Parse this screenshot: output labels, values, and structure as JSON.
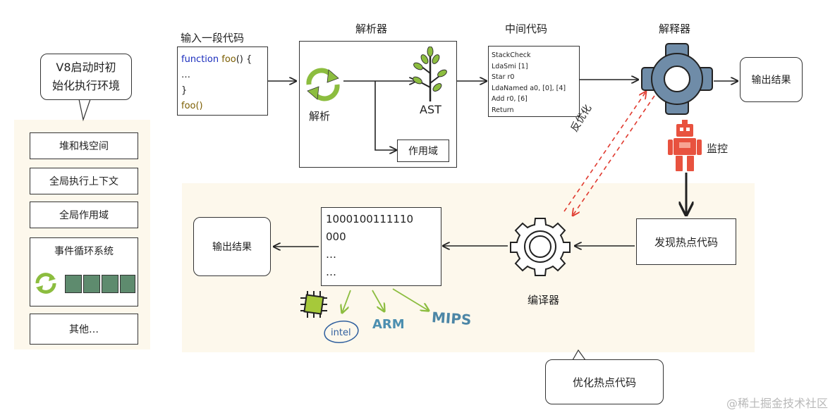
{
  "left_panel": {
    "bubble_line1": "V8启动时初",
    "bubble_line2": "始化执行环境",
    "items": [
      "堆和栈空间",
      "全局执行上下文",
      "全局作用域",
      "事件循环系统",
      "其他…"
    ]
  },
  "input_code": {
    "title": "输入一段代码",
    "line1_keyword": "function",
    "line1_name": "foo",
    "line1_rest": "() {",
    "line2": "…",
    "line3": "}",
    "line4": "foo()"
  },
  "parser": {
    "title": "解析器",
    "parse_label": "解析",
    "ast_label": "AST",
    "scope_label": "作用域"
  },
  "bytecode": {
    "title": "中间代码",
    "lines": [
      "StackCheck",
      "LdaSmi [1]",
      "Star r0",
      "LdaNamed a0, [0], [4]",
      "Add r0, [6]",
      "Return"
    ]
  },
  "interpreter": {
    "title": "解释器",
    "output_label": "输出结果",
    "monitor_label": "监控"
  },
  "deopt_label": "反优化",
  "hot_code_label": "发现热点代码",
  "compiler": {
    "label": "编译器",
    "binary_lines": [
      "1000100111110",
      "000",
      "…",
      "…"
    ],
    "output_label": "输出结果",
    "arch_labels": [
      "intel",
      "ARM",
      "MIPS"
    ]
  },
  "optimize_label": "优化热点代码",
  "watermark": "@稀土掘金技术社区",
  "colors": {
    "panel_bg": "#fdf8ec",
    "gear_blue": "#6f8ca8",
    "robot_red": "#e8523f",
    "green": "#8cbd3f",
    "dashed_red": "#e03a2f",
    "keyword_blue": "#1a2dbd"
  }
}
